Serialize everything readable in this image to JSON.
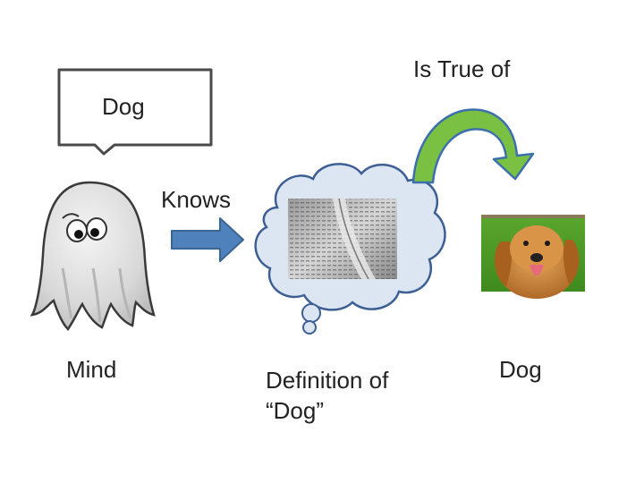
{
  "speech_bubble": {
    "text": "Dog"
  },
  "relation_top": {
    "text": "Is True of"
  },
  "relation_arrow": {
    "text": "Knows"
  },
  "labels": {
    "mind": "Mind",
    "definition_line1": "Definition of",
    "definition_line2": "“Dog”",
    "dog": "Dog"
  },
  "icons": [
    "ghost-icon",
    "speech-bubble-icon",
    "thought-cloud-icon",
    "book-page-image",
    "dog-photo-image",
    "curved-arrow-icon",
    "right-arrow-icon"
  ],
  "colors": {
    "arrow_blue": "#4f81bd",
    "arrow_green": "#7ac143",
    "cloud_fill": "#dce6f2",
    "cloud_stroke": "#3d5f93",
    "bubble_stroke": "#4a4a4a"
  }
}
